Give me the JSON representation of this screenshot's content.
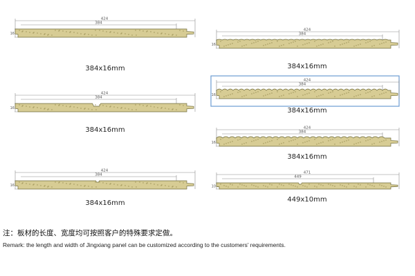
{
  "panels": [
    {
      "id": "p1",
      "outer": "424",
      "inner": "384",
      "thickness": "16",
      "caption": "384x16mm",
      "profile": "flat"
    },
    {
      "id": "p2",
      "outer": "424",
      "inner": "384",
      "thickness": "16",
      "caption": "384x16mm",
      "profile": "bead"
    },
    {
      "id": "p3",
      "outer": "424",
      "inner": "384",
      "thickness": "16",
      "caption": "384x16mm",
      "profile": "notch"
    },
    {
      "id": "p4",
      "outer": "424",
      "inner": "384",
      "thickness": "16",
      "caption": "384x16mm",
      "profile": "wave",
      "highlighted": true
    },
    {
      "id": "p5",
      "outer": "424",
      "inner": "384",
      "thickness": "16",
      "caption": "384x16mm",
      "profile": "wave-large"
    },
    {
      "id": "p6",
      "outer": "424",
      "inner": "384",
      "thickness": "16",
      "caption": "384x16mm",
      "profile": "groove"
    },
    {
      "id": "p7",
      "outer": "471",
      "inner": "449",
      "thickness": "10",
      "caption": "449x10mm",
      "profile": "groove-thin"
    }
  ],
  "notes": {
    "cn": "注：板材的长度、宽度均可按照客户的特殊要求定做。",
    "en": "Remark: the length and width of Jingxiang panel can be customized according to the customers’ requirements."
  },
  "colors": {
    "panel_fill": "#d7cc94",
    "panel_edge": "#6d6a3a",
    "highlight_border": "#6c9bd2"
  }
}
